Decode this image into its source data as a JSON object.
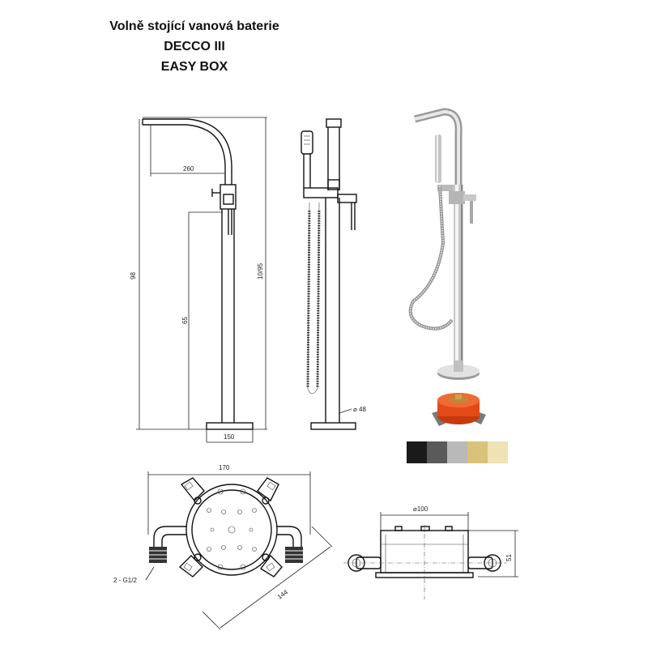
{
  "title": {
    "line1": "Volně stojící vanová baterie",
    "line2": "DECCO III",
    "line3": "EASY BOX"
  },
  "dimensions": {
    "spout_reach": "260",
    "total_height": "98",
    "handle_height": "65",
    "overall_height": "10/95",
    "base_width": "150",
    "pipe_diameter": "⌀ 48",
    "box_width": "170",
    "box_diagonal": "144",
    "connection": "2 - G1/2",
    "box_diameter": "⌀100",
    "box_height": "51"
  },
  "color_swatches": [
    "#1a1a1a",
    "#5a5a5a",
    "#b9b9b9",
    "#d9c27a",
    "#efe2b4"
  ]
}
